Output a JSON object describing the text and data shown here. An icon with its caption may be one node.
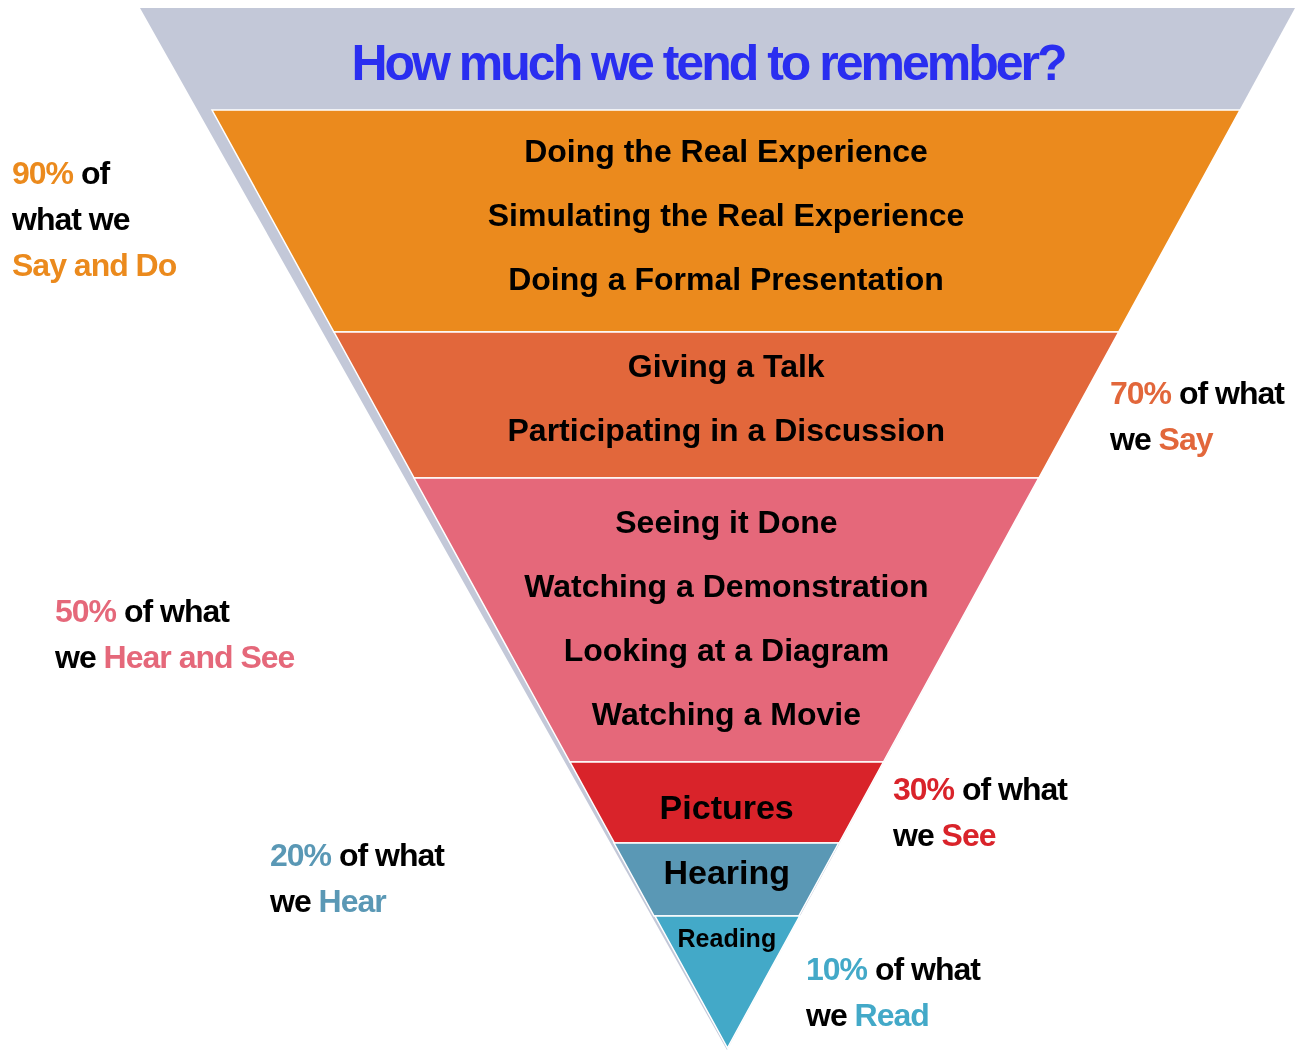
{
  "diagram": {
    "title": "How much we tend to remember?",
    "nodes": [
      {
        "text": [
          "Doing the Real Experience",
          "Simulating the Real Experience",
          "Doing a Formal Presentation"
        ],
        "beside": [
          "90%",
          "of",
          "what we",
          "Say and Do"
        ]
      },
      {
        "text": [
          "Giving a Talk",
          "Participating in a Discussion"
        ],
        "beside": [
          "70%",
          "of what",
          "we",
          "Say"
        ]
      },
      {
        "text": [
          "Seeing it Done",
          "Watching a Demonstration",
          "Looking at a Diagram",
          "Watching a Movie"
        ],
        "beside": [
          "50%",
          "of what",
          "we",
          "Hear and See"
        ]
      },
      {
        "text": [
          "Pictures"
        ],
        "beside": [
          "30%",
          "of what",
          "we",
          "See"
        ]
      },
      {
        "text": [
          "Hearing"
        ],
        "beside": [
          "20%",
          "of what",
          "we",
          "Hear"
        ]
      },
      {
        "text": [
          "Reading"
        ],
        "beside": [
          "10%",
          "of what",
          "we",
          "Read"
        ]
      }
    ]
  }
}
